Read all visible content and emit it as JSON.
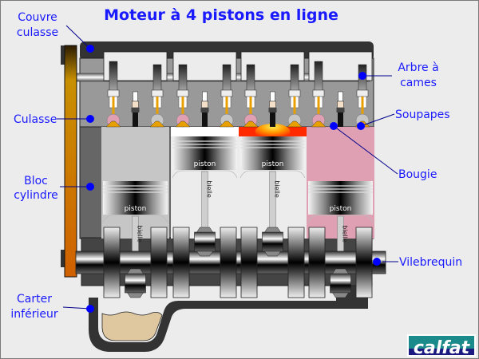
{
  "title": "Moteur à 4 pistons en ligne",
  "labels": {
    "couvre_culasse": [
      "Couvre",
      "culasse"
    ],
    "culasse": "Culasse",
    "bloc_cylindre": [
      "Bloc",
      "cylindre"
    ],
    "carter_inferieur": [
      "Carter",
      "inférieur"
    ],
    "arbre_a_cames": [
      "Arbre à",
      "cames"
    ],
    "soupapes": "Soupapes",
    "bougie": "Bougie",
    "vilebrequin": "Vilebrequin"
  },
  "part_labels": {
    "piston": "piston",
    "bielle": "bielle"
  },
  "cylinders": [
    {
      "index": 1,
      "chamber": "gray",
      "piston_position": "bottom"
    },
    {
      "index": 2,
      "chamber": "white",
      "piston_position": "top"
    },
    {
      "index": 3,
      "chamber": "combustion",
      "piston_position": "top"
    },
    {
      "index": 4,
      "chamber": "pink",
      "piston_position": "bottom"
    }
  ],
  "logo": "calfat",
  "colors": {
    "label_blue": "#1a1aff",
    "leader_line": "#00008b",
    "marker": "#0000ff",
    "cover": "#333333",
    "head": "#999999",
    "block": "#666666",
    "pink_mixture": "#e0a0b4",
    "flame_red": "#ff2a00",
    "oil": "#dfc8a0",
    "logo_bg": "#1a8a8a",
    "logo_band": "#1a1a80"
  }
}
